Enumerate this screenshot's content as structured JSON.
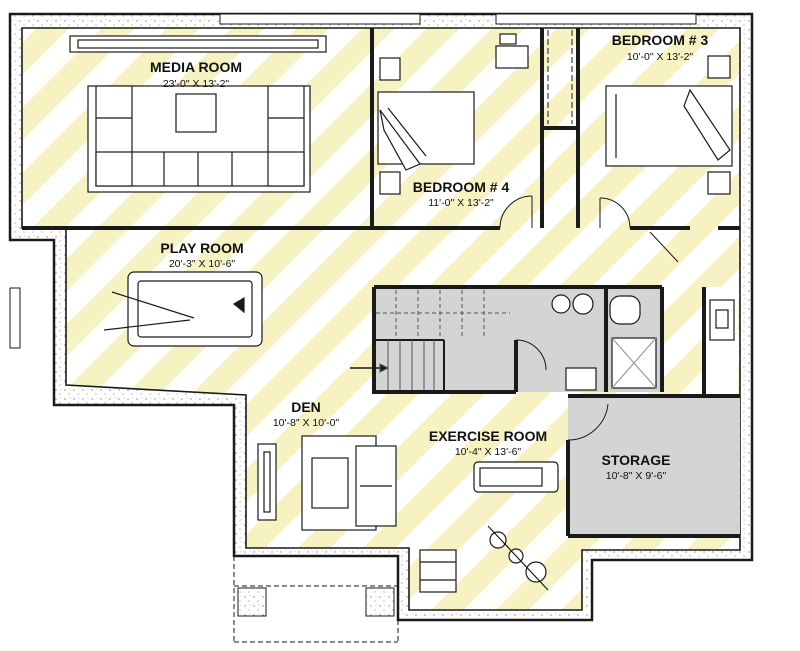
{
  "colors": {
    "stripe": "#f6f2c2",
    "background": "#ffffff",
    "wall": "#1a1a1a",
    "gray_area": "#d4d4d4",
    "concrete": "#ffffff"
  },
  "rooms": {
    "media_room": {
      "name": "MEDIA ROOM",
      "dims": "23'-0\" X 13'-2\""
    },
    "bedroom4": {
      "name": "BEDROOM # 4",
      "dims": "11'-0\" X 13'-2\""
    },
    "bedroom3": {
      "name": "BEDROOM # 3",
      "dims": "10'-0\" X 13'-2\""
    },
    "play_room": {
      "name": "PLAY ROOM",
      "dims": "20'-3\" X 10'-6\""
    },
    "den": {
      "name": "DEN",
      "dims": "10'-8\" X 10'-0\""
    },
    "exercise_room": {
      "name": "EXERCISE ROOM",
      "dims": "10'-4\" X 13'-6\""
    },
    "storage": {
      "name": "STORAGE",
      "dims": "10'-8\" X 9'-6\""
    }
  }
}
